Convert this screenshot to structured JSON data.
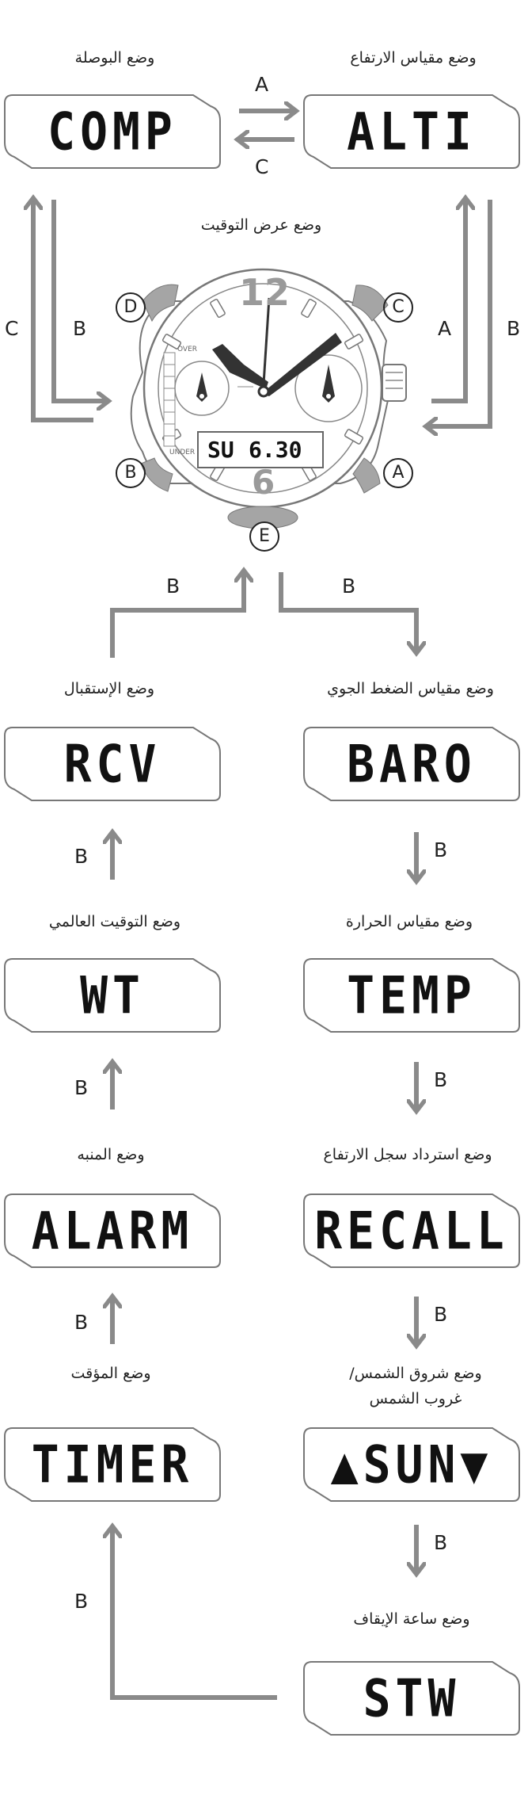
{
  "modes": {
    "comp": {
      "label": "وضع البوصلة",
      "display": "COMP"
    },
    "alti": {
      "label": "وضع مقياس الارتفاع",
      "display": "ALTI"
    },
    "timekeeping": {
      "label": "وضع عرض التوقيت"
    },
    "baro": {
      "label": "وضع مقياس الضغط الجوي",
      "display": "BARO"
    },
    "rcv": {
      "label": "وضع الإستقبال",
      "display": "RCV"
    },
    "temp": {
      "label": "وضع مقياس الحرارة",
      "display": "TEMP"
    },
    "wt": {
      "label": "وضع التوقيت العالمي",
      "display": "WT"
    },
    "recall": {
      "label": "وضع استرداد سجل الارتفاع",
      "display": "RECALL"
    },
    "alarm": {
      "label": "وضع المنبه",
      "display": "ALARM"
    },
    "sun": {
      "label_line1": "وضع شروق الشمس/",
      "label_line2": "غروب الشمس",
      "display": "▲SUN▼"
    },
    "timer": {
      "label": "وضع المؤقت",
      "display": "TIMER"
    },
    "stw": {
      "label": "وضع ساعة الإيقاف",
      "display": "STW"
    }
  },
  "keys": {
    "a": "A",
    "b": "B",
    "c": "C"
  },
  "watch": {
    "buttons": {
      "a": "A",
      "b": "B",
      "c": "C",
      "d": "D",
      "e": "E"
    },
    "lcd_day": "SU",
    "lcd_date": "6.30",
    "numeral_12": "12",
    "numeral_6": "6",
    "over": "OVER",
    "under": "UNDER"
  },
  "colors": {
    "arrow": "#8a8a8a",
    "outline": "#777777",
    "watch_gray": "#9a9a9a"
  }
}
